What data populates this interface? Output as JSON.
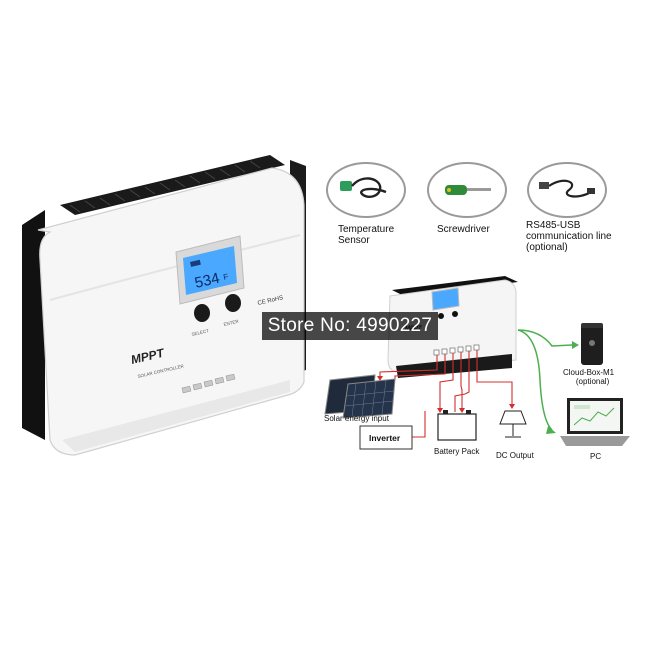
{
  "product": {
    "lcd_reading": "534",
    "lcd_unit": "F",
    "button_left_label": "SELECT",
    "button_right_label": "ENTER",
    "brand": "MPPT",
    "subtitle": "SOLAR CONTROLLER",
    "certification": "CE RoHS"
  },
  "accessories": [
    {
      "icon": "temperature-sensor-icon",
      "label_lines": [
        "Temperature",
        "Sensor"
      ]
    },
    {
      "icon": "screwdriver-icon",
      "label_lines": [
        "Screwdriver"
      ]
    },
    {
      "icon": "usb-cable-icon",
      "label_lines": [
        "RS485-USB",
        "communication line",
        "(optional)"
      ]
    }
  ],
  "diagram": {
    "solar_label": "Solar energy input",
    "inverter_label": "Inverter",
    "battery_label": "Battery Pack",
    "dc_output_label": "DC Output",
    "cloud_label_lines": [
      "Cloud-Box-M1",
      "(optional)"
    ],
    "pc_label": "PC"
  },
  "watermark": "Store No: 4990227",
  "colors": {
    "link_green": "#4caf50",
    "wire_red": "#d32f2f",
    "lcd_blue": "#3ea0ff"
  }
}
